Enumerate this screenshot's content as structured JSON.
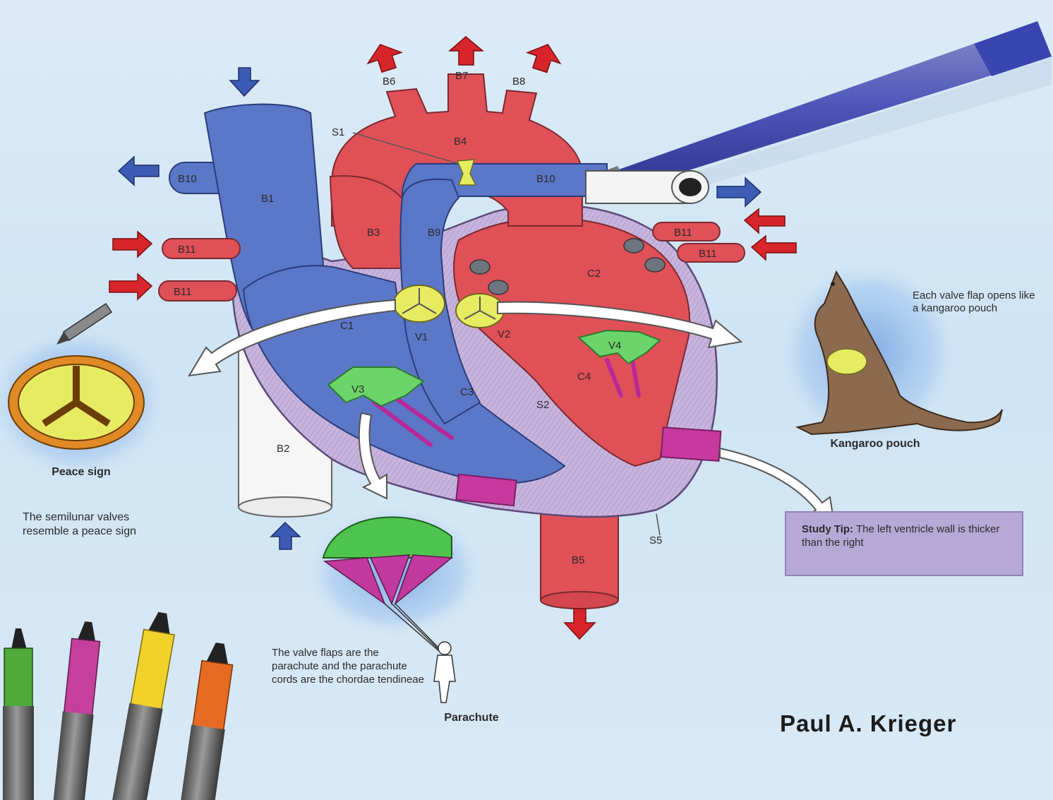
{
  "labels": {
    "b1": "B1",
    "b2": "B2",
    "b3": "B3",
    "b4": "B4",
    "b5": "B5",
    "b6": "B6",
    "b7": "B7",
    "b8": "B8",
    "b9": "B9",
    "b10": "B10",
    "b11": "B11",
    "c1": "C1",
    "c2": "C2",
    "c3": "C3",
    "c4": "C4",
    "s1": "S1",
    "s2": "S2",
    "s5": "S5",
    "v1": "V1",
    "v2": "V2",
    "v3": "V3",
    "v4": "V4"
  },
  "kangaroo": {
    "note": "Each valve flap opens like a kangaroo pouch",
    "caption": "Kangaroo pouch"
  },
  "peace": {
    "caption": "Peace sign",
    "note": "The semilunar valves resemble a peace sign"
  },
  "parachute": {
    "note": "The valve flaps are the parachute and the parachute cords are the chordae tendineae",
    "caption": "Parachute"
  },
  "study_tip": {
    "heading": "Study Tip:",
    "text": "The left ventricle wall is thicker than the right"
  },
  "author": "Paul A. Krieger",
  "colors": {
    "red": "#e05057",
    "blue": "#5b77c8",
    "purple": "#c8b3dc",
    "green": "#6bd56b",
    "yellow": "#e7eb62",
    "magenta": "#c2399f",
    "arrow_red": "#d8252b",
    "arrow_blue": "#3b5bb5"
  }
}
